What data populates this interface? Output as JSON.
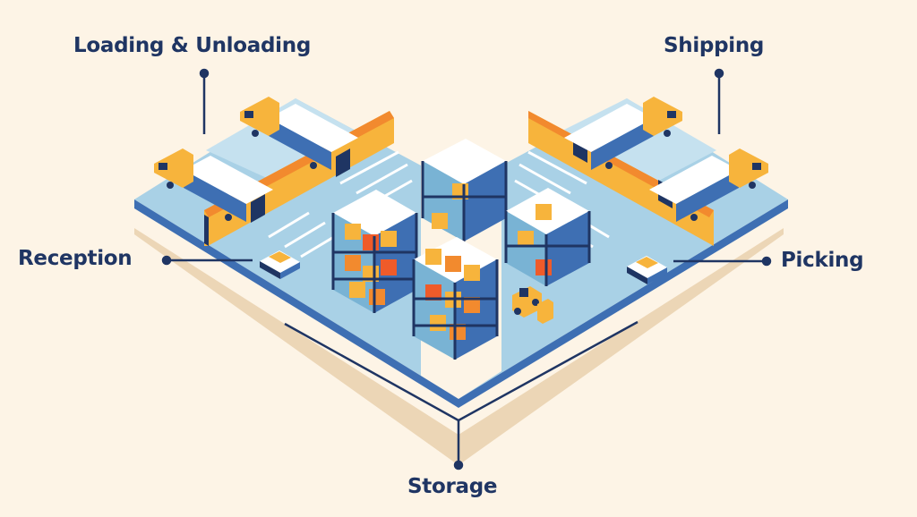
{
  "labels": {
    "loading_unloading": "Loading & Unloading",
    "shipping": "Shipping",
    "reception": "Reception",
    "picking": "Picking",
    "storage": "Storage"
  },
  "colors": {
    "background": "#fdf4e6",
    "floor_light": "#a9d1e6",
    "floor_mid": "#79b3d4",
    "floor_dark": "#3e6fb3",
    "shadow": "#ecd6b6",
    "navy": "#1f3563",
    "yellow": "#f7b43c",
    "orange": "#f28a2e",
    "red_orange": "#ef5b2a",
    "white": "#ffffff"
  }
}
